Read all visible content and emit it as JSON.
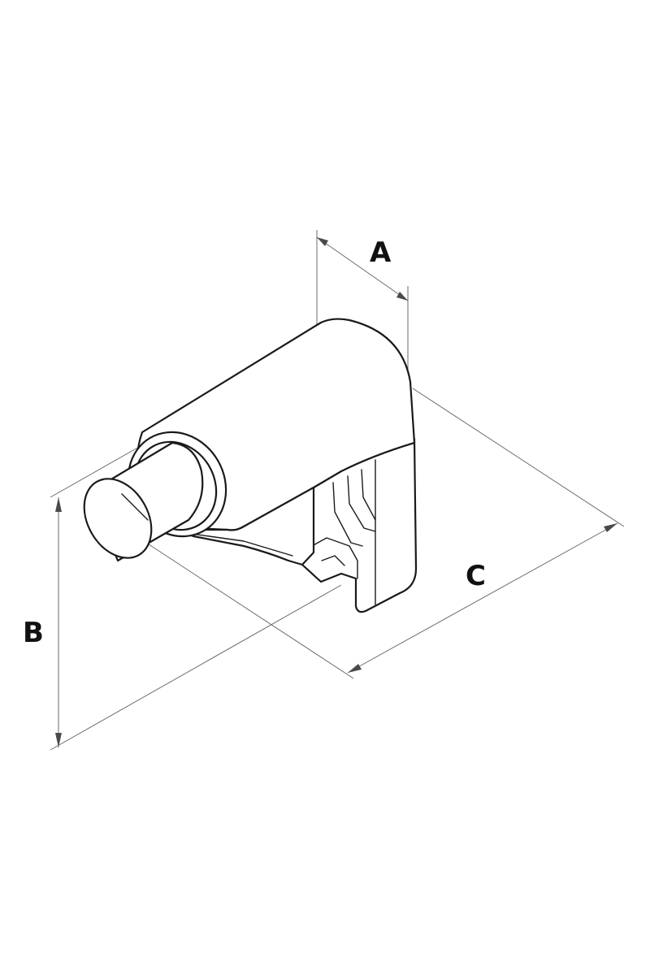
{
  "labels": {
    "a": "A",
    "b": "B",
    "c": "C"
  },
  "colors": {
    "line": "#1a1a1a",
    "dimension": "#6b6b6b",
    "background": "#ffffff"
  }
}
